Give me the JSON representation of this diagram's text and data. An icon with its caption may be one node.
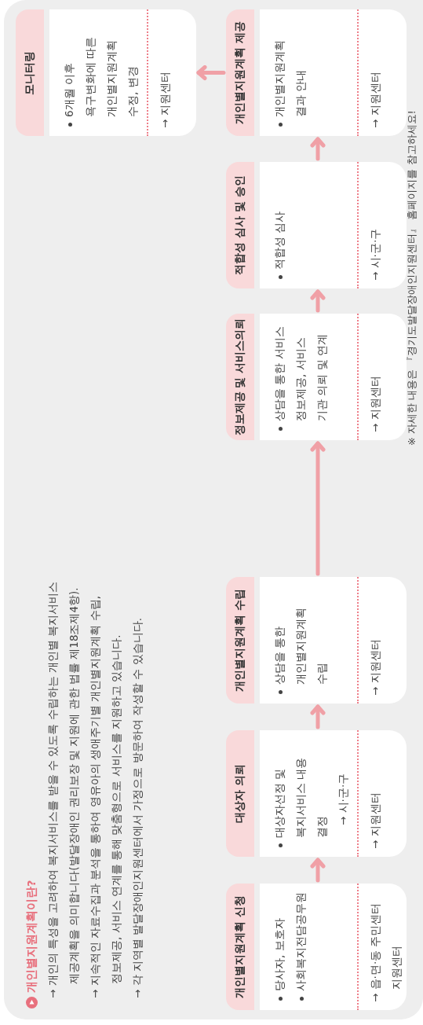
{
  "diagram": {
    "title": "개인별지원계획이란?",
    "nodes": [
      {
        "text": [
          "개인별지원계획 신청",
          "당사자, 보호자",
          "사회복지전담공무원",
          "→ 읍·면·동 주민센터 지원센터"
        ]
      },
      {
        "text": [
          "대상자 의뢰",
          "대상자선정 및 복지서비스 내용 결정",
          "→ 시·군·구",
          "→ 지원센터"
        ]
      },
      {
        "text": [
          "개인별지원계획 수립",
          "상담을 통한 개인별지원계획 수립",
          "→ 지원센터"
        ]
      },
      {
        "text": [
          "정보제공 및 서비스의뢰",
          "상담을 통한 서비스 정보제공, 서비스 기관 의뢰 및 연계",
          "→ 지원센터"
        ]
      },
      {
        "text": [
          "적합성 심사 및 승인",
          "적합성 심사",
          "→ 시·군·구"
        ]
      },
      {
        "text": [
          "개인별지원계획 제공",
          "개인별지원계획 결과 안내",
          "→ 지원센터"
        ]
      },
      {
        "text": [
          "모니터링",
          "6개월 이후 욕구변화에 따른 개인별지원계획 수정, 변경",
          "→ 지원센터"
        ]
      }
    ],
    "edges": [
      {
        "from": 0,
        "to": 1,
        "arrow": "to"
      },
      {
        "from": 1,
        "to": 2,
        "arrow": "to"
      },
      {
        "from": 2,
        "to": 3,
        "arrow": "to"
      },
      {
        "from": 3,
        "to": 4,
        "arrow": "to"
      },
      {
        "from": 4,
        "to": 5,
        "arrow": "to"
      },
      {
        "from": 5,
        "to": 6,
        "arrow": "to"
      }
    ],
    "labels": [
      "→ 개인의 특성을 고려하여 복지서비스를 받을 수 있도록 수립하는 개인별 복지서비스 제공계획을 의미합니다(발달장애인 권리보장 및 지원에 관한 법률 제18조제4항).",
      "→ 지속적인 자료수집과 분석을 통하여 영유아의 생애주기별 개인별지원계획 수립, 정보제공, 서비스 연계를 통해 맞춤형으로 서비스를 지원하고 있습니다.",
      "→ 각 지역별 발달장애인지원센터에서 가정으로 방문하여 작성할 수 있습니다.",
      "※ 자세한 내용은 『경기도발달장애인지원센터』 홈페이지를 참고하세요!"
    ]
  }
}
